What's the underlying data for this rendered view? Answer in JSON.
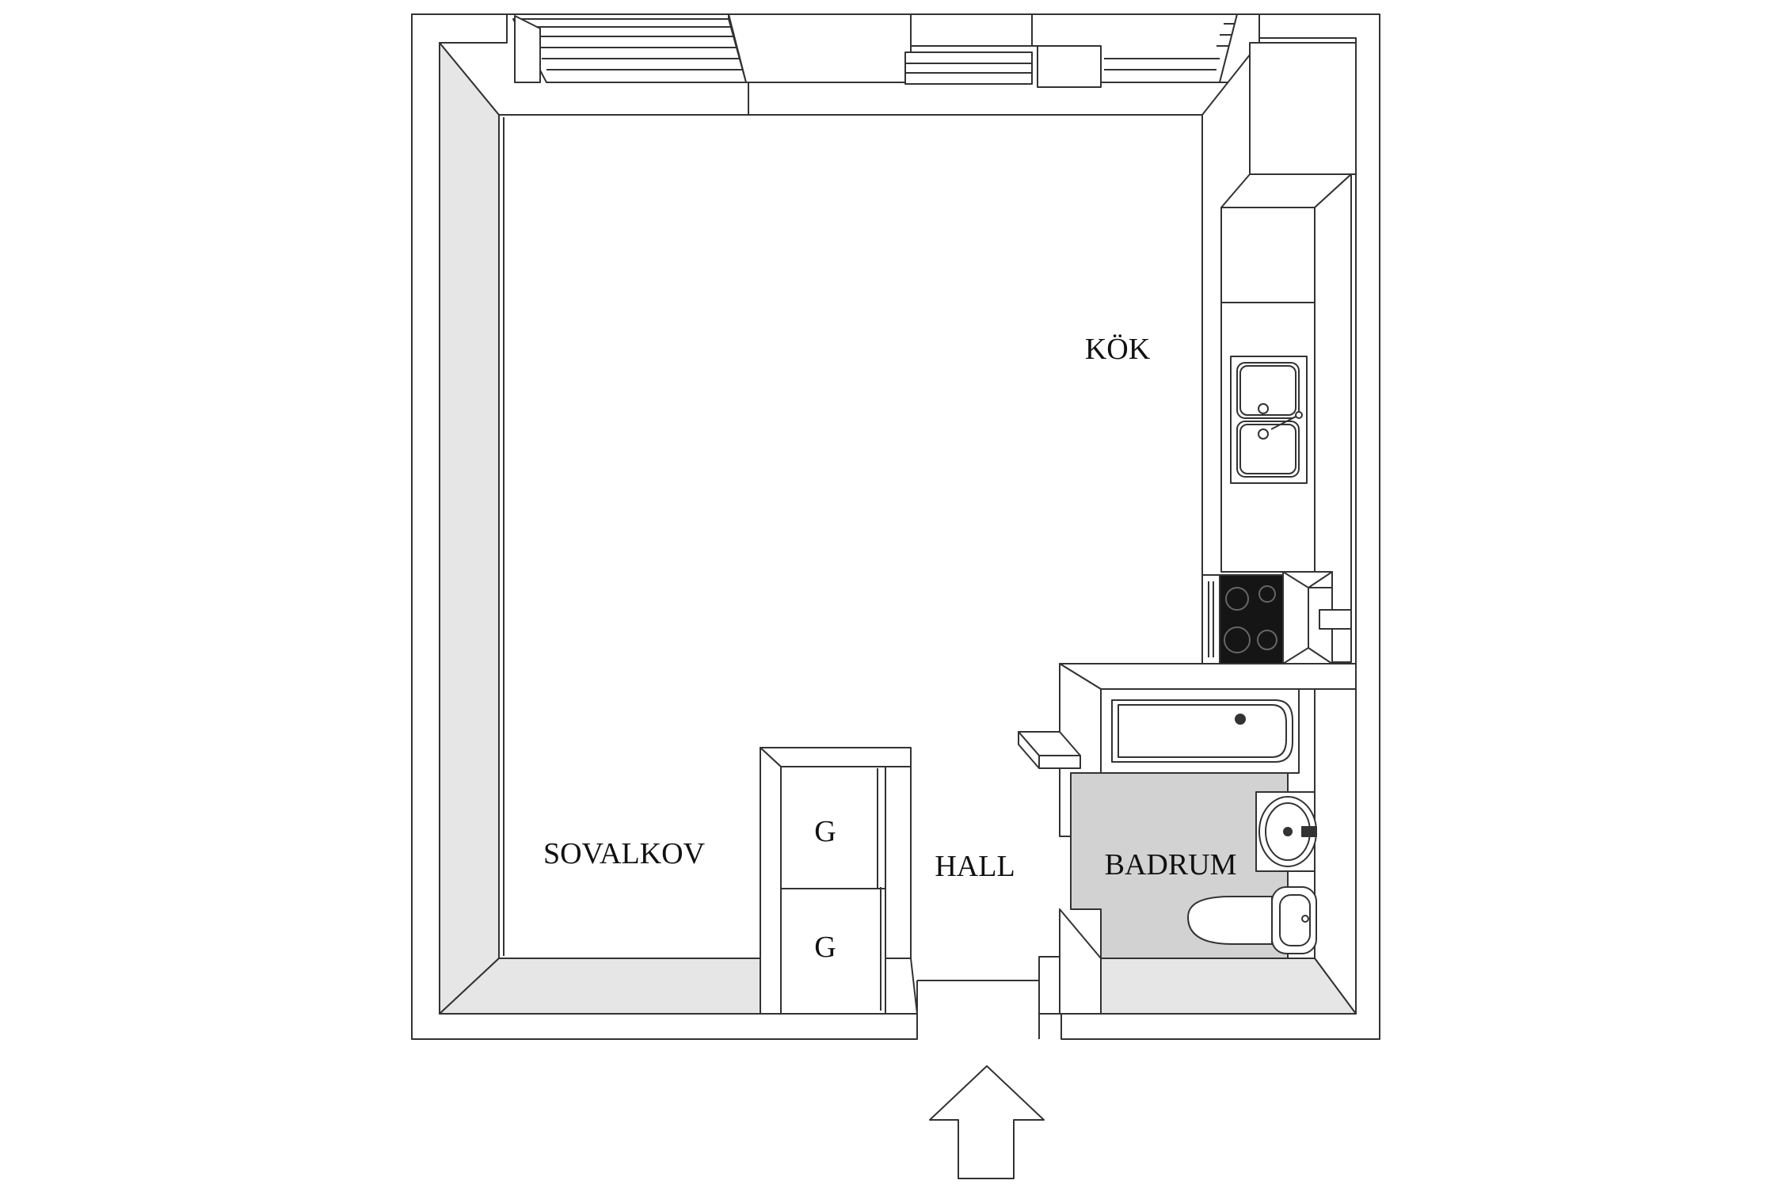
{
  "floorplan": {
    "rooms": {
      "kitchen": "KÖK",
      "sleeping_alcove": "SOVALKOV",
      "hall": "HALL",
      "bathroom": "BADRUM"
    },
    "wardrobes": [
      "G",
      "G"
    ]
  },
  "colors": {
    "line": "#333333",
    "wall_fill": "#ffffff",
    "wall_shade": "#e6e6e6",
    "bath_floor": "#d2d2d2",
    "cooktop": "#151515"
  }
}
